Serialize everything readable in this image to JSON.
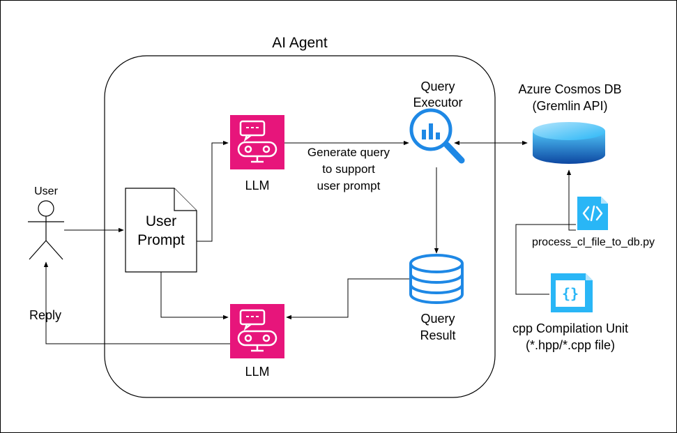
{
  "diagram": {
    "agent_title": "AI Agent",
    "user_label": "User",
    "reply_label": "Reply",
    "prompt_label_line1": "User",
    "prompt_label_line2": "Prompt",
    "llm_top_label": "LLM",
    "llm_bottom_label": "LLM",
    "generate_line1": "Generate query",
    "generate_line2": "to support",
    "generate_line3": "user prompt",
    "executor_line1": "Query",
    "executor_line2": "Executor",
    "result_line1": "Query",
    "result_line2": "Result",
    "db_line1": "Azure Cosmos DB",
    "db_line2": "(Gremlin API)",
    "script_label": "process_cl_file_to_db.py",
    "cpp_line1": "cpp Compilation Unit",
    "cpp_line2": "(*.hpp/*.cpp file)"
  },
  "icons": {
    "llm": "robot-chat-icon",
    "executor": "magnifier-chart-icon",
    "result": "database-stack-icon",
    "db": "cylinder-db-icon",
    "script": "code-file-icon",
    "cpp": "braces-file-icon"
  },
  "colors": {
    "llm_bg": "#E7157B",
    "blue": "#1E88E5",
    "db_gradient_top": "#1565C0"
  }
}
